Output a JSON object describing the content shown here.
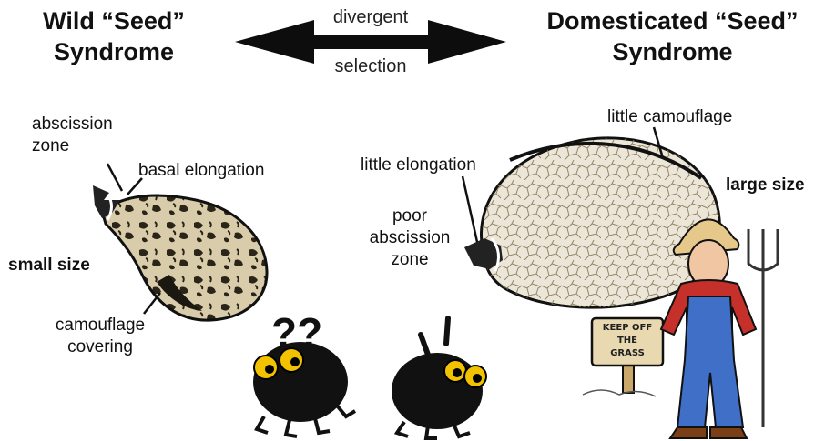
{
  "titles": {
    "wild_line1": "Wild “Seed”",
    "wild_line2": "Syndrome",
    "dom_line1": "Domesticated “Seed”",
    "dom_line2": "Syndrome"
  },
  "arrow": {
    "top_label": "divergent",
    "bottom_label": "selection"
  },
  "wild_labels": {
    "abscission_line1": "abscission",
    "abscission_line2": "zone",
    "basal_elongation": "basal elongation",
    "small_size": "small size",
    "camouflage_line1": "camouflage",
    "camouflage_line2": "covering"
  },
  "dom_labels": {
    "little_camouflage": "little camouflage",
    "little_elongation": "little elongation",
    "poor_line1": "poor",
    "poor_line2": "abscission",
    "poor_line3": "zone",
    "large_size": "large size"
  },
  "sign": {
    "line1": "KEEP OFF",
    "line2": "THE",
    "line3": "GRASS"
  }
}
